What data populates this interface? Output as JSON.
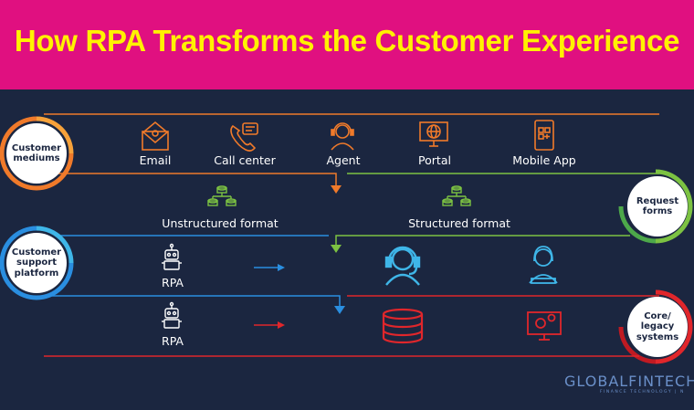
{
  "title": "How RPA Transforms the Customer Experience",
  "circles": {
    "customer_mediums": "Customer mediums",
    "request_forms": "Request forms",
    "support_platform": "Customer support platform",
    "core_legacy": "Core/ legacy systems"
  },
  "mediums": [
    {
      "label": "Email",
      "icon": "email-icon"
    },
    {
      "label": "Call center",
      "icon": "phone-icon"
    },
    {
      "label": "Agent",
      "icon": "headset-agent-icon"
    },
    {
      "label": "Portal",
      "icon": "globe-monitor-icon"
    },
    {
      "label": "Mobile App",
      "icon": "mobile-app-icon"
    }
  ],
  "formats": {
    "unstructured": "Unstructured format",
    "structured": "Structured format"
  },
  "rpa": {
    "row1": "RPA",
    "row2": "RPA"
  },
  "brand": {
    "name": "GLOBALFINTECH",
    "tagline": "FINANCE TECHNOLOGY | N"
  },
  "colors": {
    "banner": "#e01080",
    "title": "#fff200",
    "background": "#1b2640",
    "orange": "#f07a2a",
    "green": "#7cc242",
    "blue": "#2a8ee0",
    "red": "#e0262b",
    "teal": "#3fb6e8"
  }
}
